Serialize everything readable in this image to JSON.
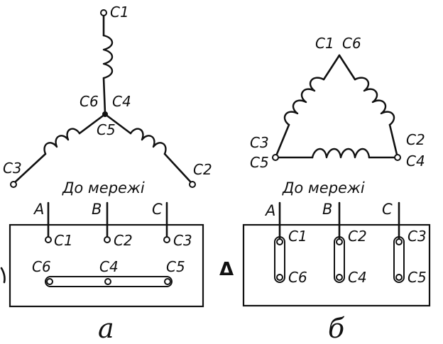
{
  "star": {
    "terminal_labels": {
      "c1": "C1",
      "c2": "C2",
      "c3": "C3",
      "c4": "C4",
      "c5": "C5",
      "c6": "C6"
    },
    "network_label": "До мережі",
    "phases": [
      "A",
      "B",
      "C"
    ],
    "board_top_labels": [
      "C1",
      "C2",
      "C3"
    ],
    "board_bottom_labels": [
      "C6",
      "C4",
      "C5"
    ],
    "caption": "а"
  },
  "delta": {
    "vertex_labels": {
      "top_left": "C1",
      "top_right": "C6",
      "left_top": "C3",
      "left_bottom": "C5",
      "right_top": "C2",
      "right_bottom": "C4"
    },
    "network_label": "До мережі",
    "phases": [
      "A",
      "B",
      "C"
    ],
    "board_top_labels": [
      "C1",
      "C2",
      "C3"
    ],
    "board_bottom_labels": [
      "C6",
      "C4",
      "C5"
    ],
    "symbol": "Δ",
    "caption": "б"
  }
}
